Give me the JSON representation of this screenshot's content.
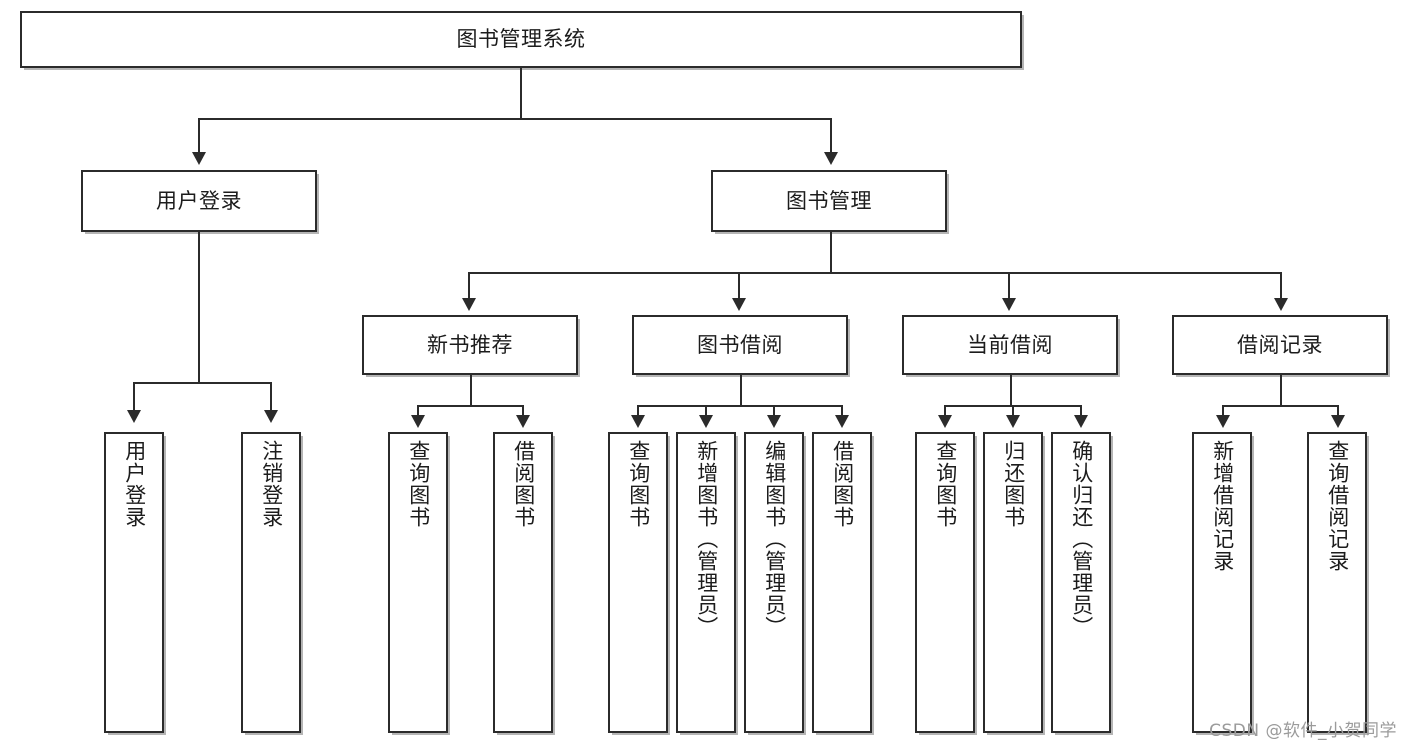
{
  "diagram": {
    "title": "图书管理系统",
    "type": "tree",
    "watermark": "CSDN @软件_小贺同学",
    "root": {
      "id": "root",
      "label": "图书管理系统"
    },
    "level2": [
      {
        "id": "user-login",
        "label": "用户登录"
      },
      {
        "id": "book-manage",
        "label": "图书管理"
      }
    ],
    "level3": [
      {
        "id": "new-book-recommend",
        "label": "新书推荐",
        "parent": "book-manage"
      },
      {
        "id": "book-borrow",
        "label": "图书借阅",
        "parent": "book-manage"
      },
      {
        "id": "current-borrow",
        "label": "当前借阅",
        "parent": "book-manage"
      },
      {
        "id": "borrow-record",
        "label": "借阅记录",
        "parent": "book-manage"
      }
    ],
    "leaves": {
      "user-login": [
        {
          "id": "leaf-user-login",
          "label": "用户登录"
        },
        {
          "id": "leaf-user-logout",
          "label": "注销登录"
        }
      ],
      "new-book-recommend": [
        {
          "id": "leaf-query-book-1",
          "label": "查询图书"
        },
        {
          "id": "leaf-borrow-book-1",
          "label": "借阅图书"
        }
      ],
      "book-borrow": [
        {
          "id": "leaf-query-book-2",
          "label": "查询图书"
        },
        {
          "id": "leaf-add-book",
          "label": "新增图书（管理员）"
        },
        {
          "id": "leaf-edit-book",
          "label": "编辑图书（管理员）"
        },
        {
          "id": "leaf-borrow-book-2",
          "label": "借阅图书"
        }
      ],
      "current-borrow": [
        {
          "id": "leaf-query-book-3",
          "label": "查询图书"
        },
        {
          "id": "leaf-return-book",
          "label": "归还图书"
        },
        {
          "id": "leaf-confirm-return",
          "label": "确认归还（管理员）"
        }
      ],
      "borrow-record": [
        {
          "id": "leaf-add-record",
          "label": "新增借阅记录"
        },
        {
          "id": "leaf-query-record",
          "label": "查询借阅记录"
        }
      ]
    },
    "colors": {
      "stroke": "#2b2b2b",
      "fill": "#ffffff",
      "text": "#1c1c1c",
      "watermark": "#9b9b9b"
    }
  }
}
